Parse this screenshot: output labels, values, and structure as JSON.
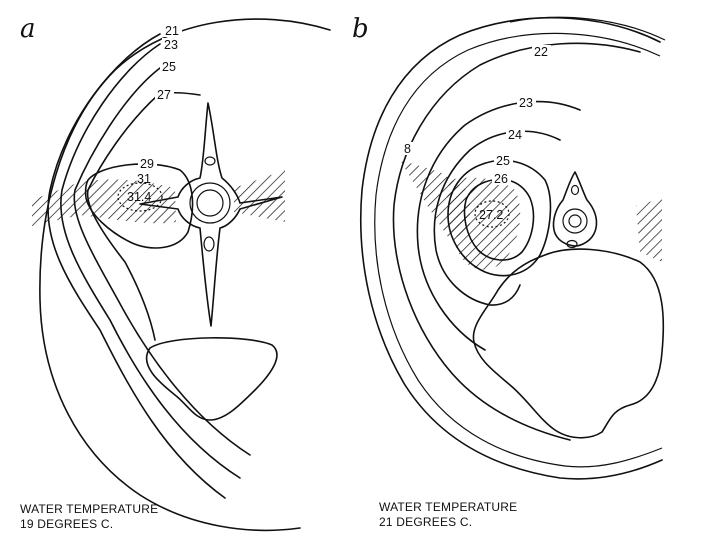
{
  "panels": [
    {
      "letter": "a",
      "isotherms": [
        "21",
        "23",
        "25",
        "27",
        "29",
        "31",
        "31.4"
      ],
      "caption": {
        "line1": "WATER TEMPERATURE",
        "line2": "19 DEGREES C."
      }
    },
    {
      "letter": "b",
      "isotherms": [
        "22",
        "23",
        "24",
        "25",
        "26",
        "27.2",
        "8"
      ],
      "caption": {
        "line1": "WATER TEMPERATURE",
        "line2": "21 DEGREES C."
      }
    }
  ]
}
